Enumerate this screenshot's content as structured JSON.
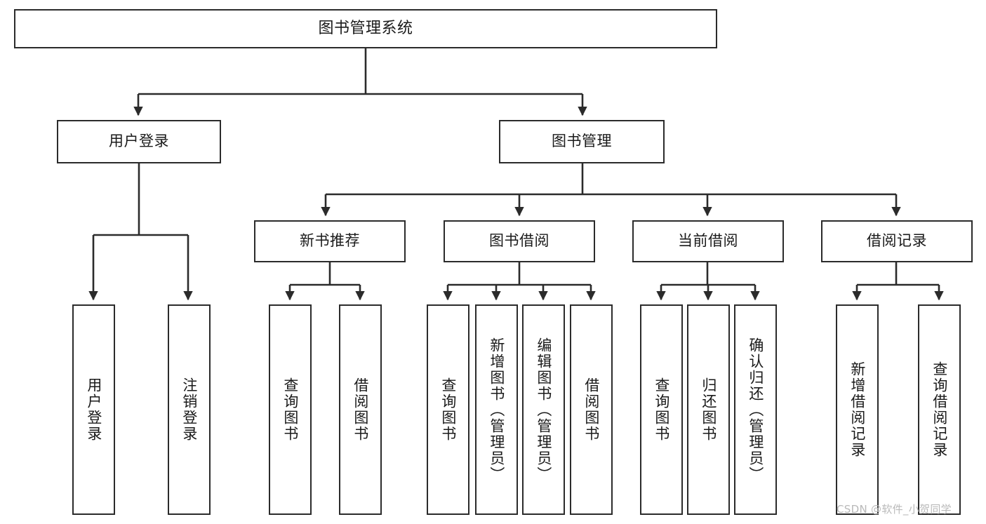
{
  "diagram": {
    "type": "tree",
    "title": "图书管理系统",
    "nodes": {
      "root": {
        "label": "图书管理系统",
        "level": 0
      },
      "user_login": {
        "label": "用户登录",
        "level": 1
      },
      "book_manage": {
        "label": "图书管理",
        "level": 1
      },
      "new_book_rec": {
        "label": "新书推荐",
        "level": 2
      },
      "book_borrow": {
        "label": "图书借阅",
        "level": 2
      },
      "current_borrow": {
        "label": "当前借阅",
        "level": 2
      },
      "borrow_record": {
        "label": "借阅记录",
        "level": 2
      },
      "leaf_user_login": {
        "label": "用户登录",
        "level": 3
      },
      "leaf_logout": {
        "label": "注销登录",
        "level": 3
      },
      "leaf_query_book_1": {
        "label": "查询图书",
        "level": 3
      },
      "leaf_borrow_book_1": {
        "label": "借阅图书",
        "level": 3
      },
      "leaf_query_book_2": {
        "label": "查询图书",
        "level": 3
      },
      "leaf_add_book": {
        "label": "新增图书（管理员）",
        "level": 3
      },
      "leaf_edit_book": {
        "label": "编辑图书（管理员）",
        "level": 3
      },
      "leaf_borrow_book_2": {
        "label": "借阅图书",
        "level": 3
      },
      "leaf_query_book_3": {
        "label": "查询图书",
        "level": 3
      },
      "leaf_return_book": {
        "label": "归还图书",
        "level": 3
      },
      "leaf_confirm_return": {
        "label": "确认归还（管理员）",
        "level": 3
      },
      "leaf_add_record": {
        "label": "新增借阅记录",
        "level": 3
      },
      "leaf_query_record": {
        "label": "查询借阅记录",
        "level": 3
      }
    },
    "edges": [
      {
        "from": "root",
        "to": "user_login"
      },
      {
        "from": "root",
        "to": "book_manage"
      },
      {
        "from": "book_manage",
        "to": "new_book_rec"
      },
      {
        "from": "book_manage",
        "to": "book_borrow"
      },
      {
        "from": "book_manage",
        "to": "current_borrow"
      },
      {
        "from": "book_manage",
        "to": "borrow_record"
      },
      {
        "from": "user_login",
        "to": "leaf_user_login"
      },
      {
        "from": "user_login",
        "to": "leaf_logout"
      },
      {
        "from": "new_book_rec",
        "to": "leaf_query_book_1"
      },
      {
        "from": "new_book_rec",
        "to": "leaf_borrow_book_1"
      },
      {
        "from": "book_borrow",
        "to": "leaf_query_book_2"
      },
      {
        "from": "book_borrow",
        "to": "leaf_add_book"
      },
      {
        "from": "book_borrow",
        "to": "leaf_edit_book"
      },
      {
        "from": "book_borrow",
        "to": "leaf_borrow_book_2"
      },
      {
        "from": "current_borrow",
        "to": "leaf_query_book_3"
      },
      {
        "from": "current_borrow",
        "to": "leaf_return_book"
      },
      {
        "from": "current_borrow",
        "to": "leaf_confirm_return"
      },
      {
        "from": "borrow_record",
        "to": "leaf_add_record"
      },
      {
        "from": "borrow_record",
        "to": "leaf_query_record"
      }
    ]
  },
  "watermark": {
    "text": "CSDN @软件_小贺同学"
  },
  "colors": {
    "border": "#2b2b2b",
    "text": "#1a1a1a",
    "background": "#ffffff",
    "watermark": "#b9b9b9"
  }
}
